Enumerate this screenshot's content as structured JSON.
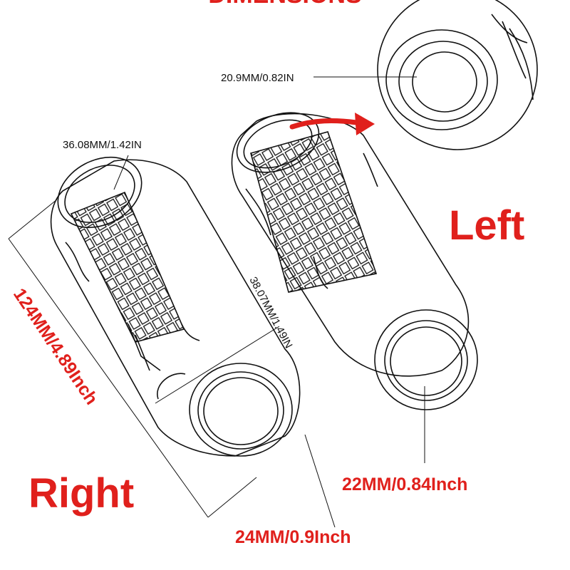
{
  "header": {
    "title": "DIMENSIONS"
  },
  "labels": {
    "left_inner_diameter": "20.9MM/0.82IN",
    "right_outer_diameter": "36.08MM/1.42IN",
    "right_body_diameter": "38.07MM/1.49IN",
    "length": "124MM/4.89Inch",
    "left_bore": "22MM/0.84Inch",
    "right_bore": "24MM/0.9Inch",
    "left": "Left",
    "right": "Right"
  },
  "colors": {
    "accent_red": "#e0201c",
    "line": "#111111",
    "background": "#ffffff"
  },
  "icons": [
    "red-curved-arrow-icon"
  ]
}
